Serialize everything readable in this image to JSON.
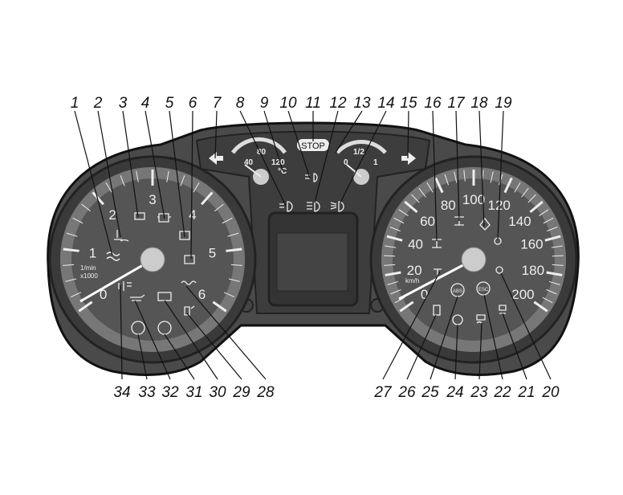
{
  "diagram": {
    "title": "Instrument cluster",
    "tachometer": {
      "scale": [
        "0",
        "1",
        "2",
        "3",
        "4",
        "5",
        "6"
      ],
      "unit_line1": "1/min",
      "unit_line2": "x1000"
    },
    "speedometer": {
      "scale": [
        "0",
        "20",
        "40",
        "60",
        "80",
        "100",
        "120",
        "140",
        "160",
        "180",
        "200"
      ],
      "unit": "km/h"
    },
    "temp_gauge": {
      "labels": [
        "40",
        "80",
        "120"
      ],
      "unit": "°C"
    },
    "fuel_gauge": {
      "labels": [
        "0",
        "1/2",
        "1"
      ]
    },
    "stop_label": "STOP",
    "abs_label": "ABS",
    "esc_label": "ESC",
    "callouts_top": [
      "1",
      "2",
      "3",
      "4",
      "5",
      "6",
      "7",
      "8",
      "9",
      "10",
      "11",
      "12",
      "13",
      "14",
      "15",
      "16",
      "17",
      "18",
      "19"
    ],
    "callouts_bottom": [
      "34",
      "33",
      "32",
      "31",
      "30",
      "29",
      "28",
      "27",
      "26",
      "25",
      "24",
      "23",
      "22",
      "21",
      "20"
    ]
  }
}
